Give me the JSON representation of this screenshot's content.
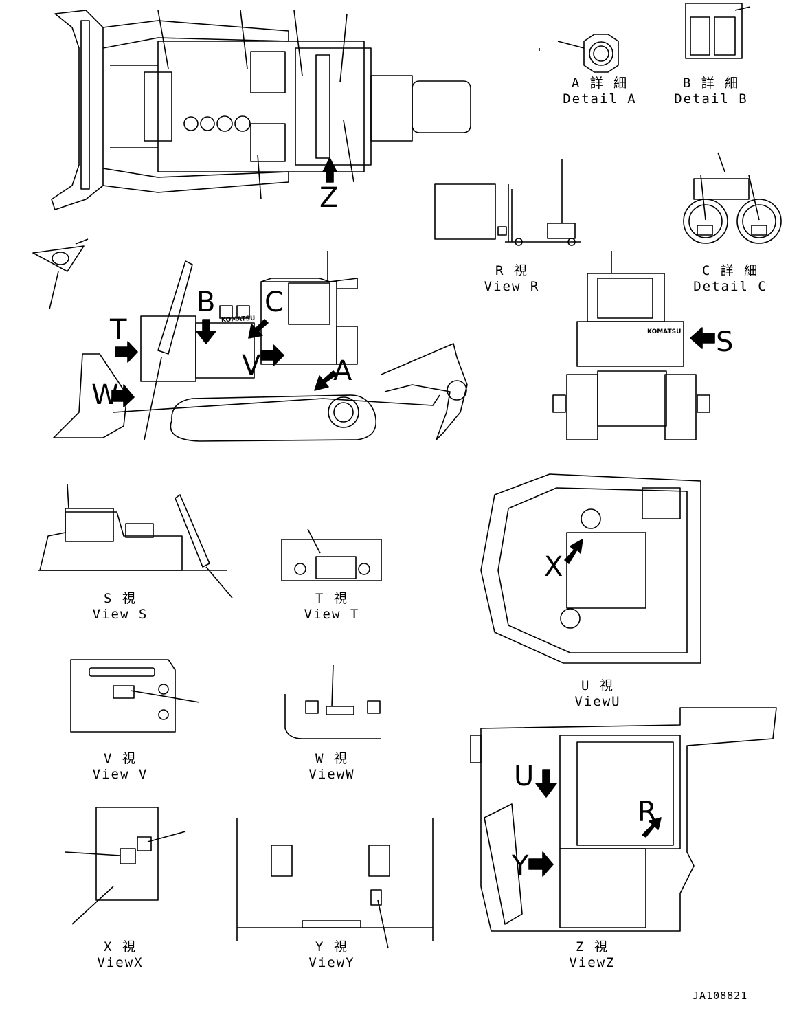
{
  "labels": {
    "detail_a": {
      "jp": "A 詳 細",
      "en": "Detail A"
    },
    "detail_b": {
      "jp": "B 詳 細",
      "en": "Detail B"
    },
    "detail_c": {
      "jp": "C 詳 細",
      "en": "Detail C"
    },
    "view_r": {
      "jp": "R  視",
      "en": "View R"
    },
    "view_s": {
      "jp": "S  視",
      "en": "View S"
    },
    "view_t": {
      "jp": "T  視",
      "en": "View T"
    },
    "view_u": {
      "jp": "U  視",
      "en": "ViewU"
    },
    "view_v": {
      "jp": "V  視",
      "en": "View V"
    },
    "view_w": {
      "jp": "W  視",
      "en": "ViewW"
    },
    "view_x": {
      "jp": "X  視",
      "en": "ViewX"
    },
    "view_y": {
      "jp": "Y  視",
      "en": "ViewY"
    },
    "view_z": {
      "jp": "Z  視",
      "en": "ViewZ"
    }
  },
  "markers": {
    "z_top": "Z",
    "t": "T",
    "b": "B",
    "c": "C",
    "v": "V",
    "a": "A",
    "w": "W",
    "s": "S",
    "x": "X",
    "u": "U",
    "y": "Y",
    "r": "R"
  },
  "brand": "KOMATSU",
  "drawing_code": "JA108821"
}
